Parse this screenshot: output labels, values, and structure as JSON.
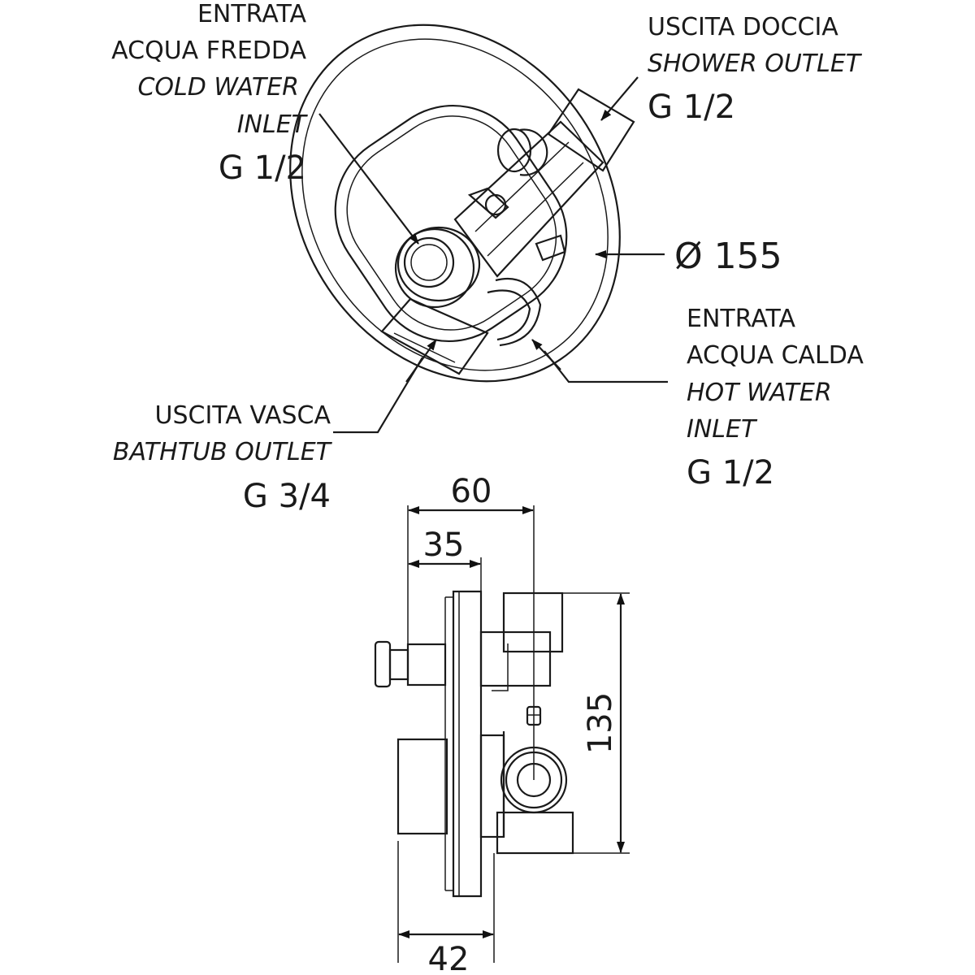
{
  "labels": {
    "cold": {
      "line1": "ENTRATA",
      "line2": "ACQUA FREDDA",
      "line3": "COLD WATER",
      "line4": "INLET",
      "thread": "G 1/2"
    },
    "shower": {
      "line1": "USCITA DOCCIA",
      "line2": "SHOWER OUTLET",
      "thread": "G 1/2"
    },
    "diameter": "Ø 155",
    "hot": {
      "line1": "ENTRATA",
      "line2": "ACQUA CALDA",
      "line3": "HOT WATER",
      "line4": "INLET",
      "thread": "G 1/2"
    },
    "bathtub": {
      "line1": "USCITA VASCA",
      "line2": "BATHTUB OUTLET",
      "thread": "G 3/4"
    }
  },
  "dimensions": {
    "depth_total": "60",
    "depth_partial": "35",
    "height": "135",
    "bottom_depth": "42"
  }
}
